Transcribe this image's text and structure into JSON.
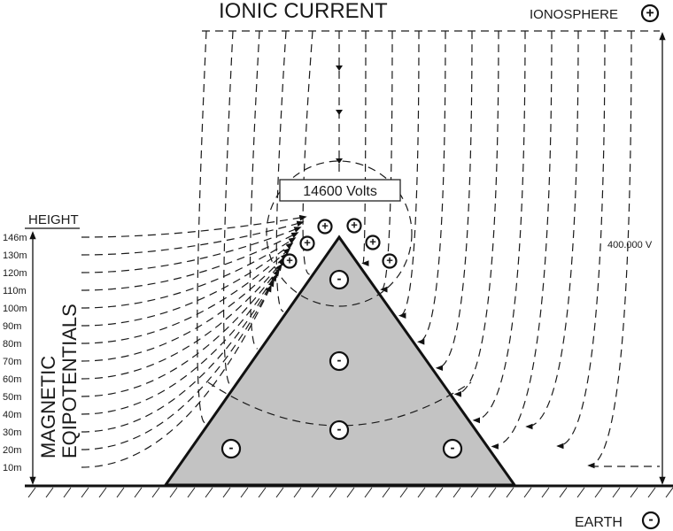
{
  "title": "IONIC CURRENT",
  "ionosphere": {
    "label": "IONOSPHERE",
    "sign": "+"
  },
  "earth": {
    "label": "EARTH",
    "sign": "-"
  },
  "apex_voltage": "14600 Volts",
  "total_voltage": "400.000 V",
  "height_axis": {
    "label": "HEIGHT",
    "ticks": [
      "146m",
      "130m",
      "120m",
      "110m",
      "100m",
      "90m",
      "80m",
      "70m",
      "60m",
      "50m",
      "40m",
      "30m",
      "20m",
      "10m"
    ]
  },
  "side_label": {
    "line1": "MAGNETIC",
    "line2": "EQIPOTENTIALS"
  },
  "charges": {
    "plus_symbol": "+",
    "minus_symbol": "-"
  },
  "colors": {
    "pyramid_fill": "#c3c3c3",
    "ink": "#1a1a1a"
  }
}
